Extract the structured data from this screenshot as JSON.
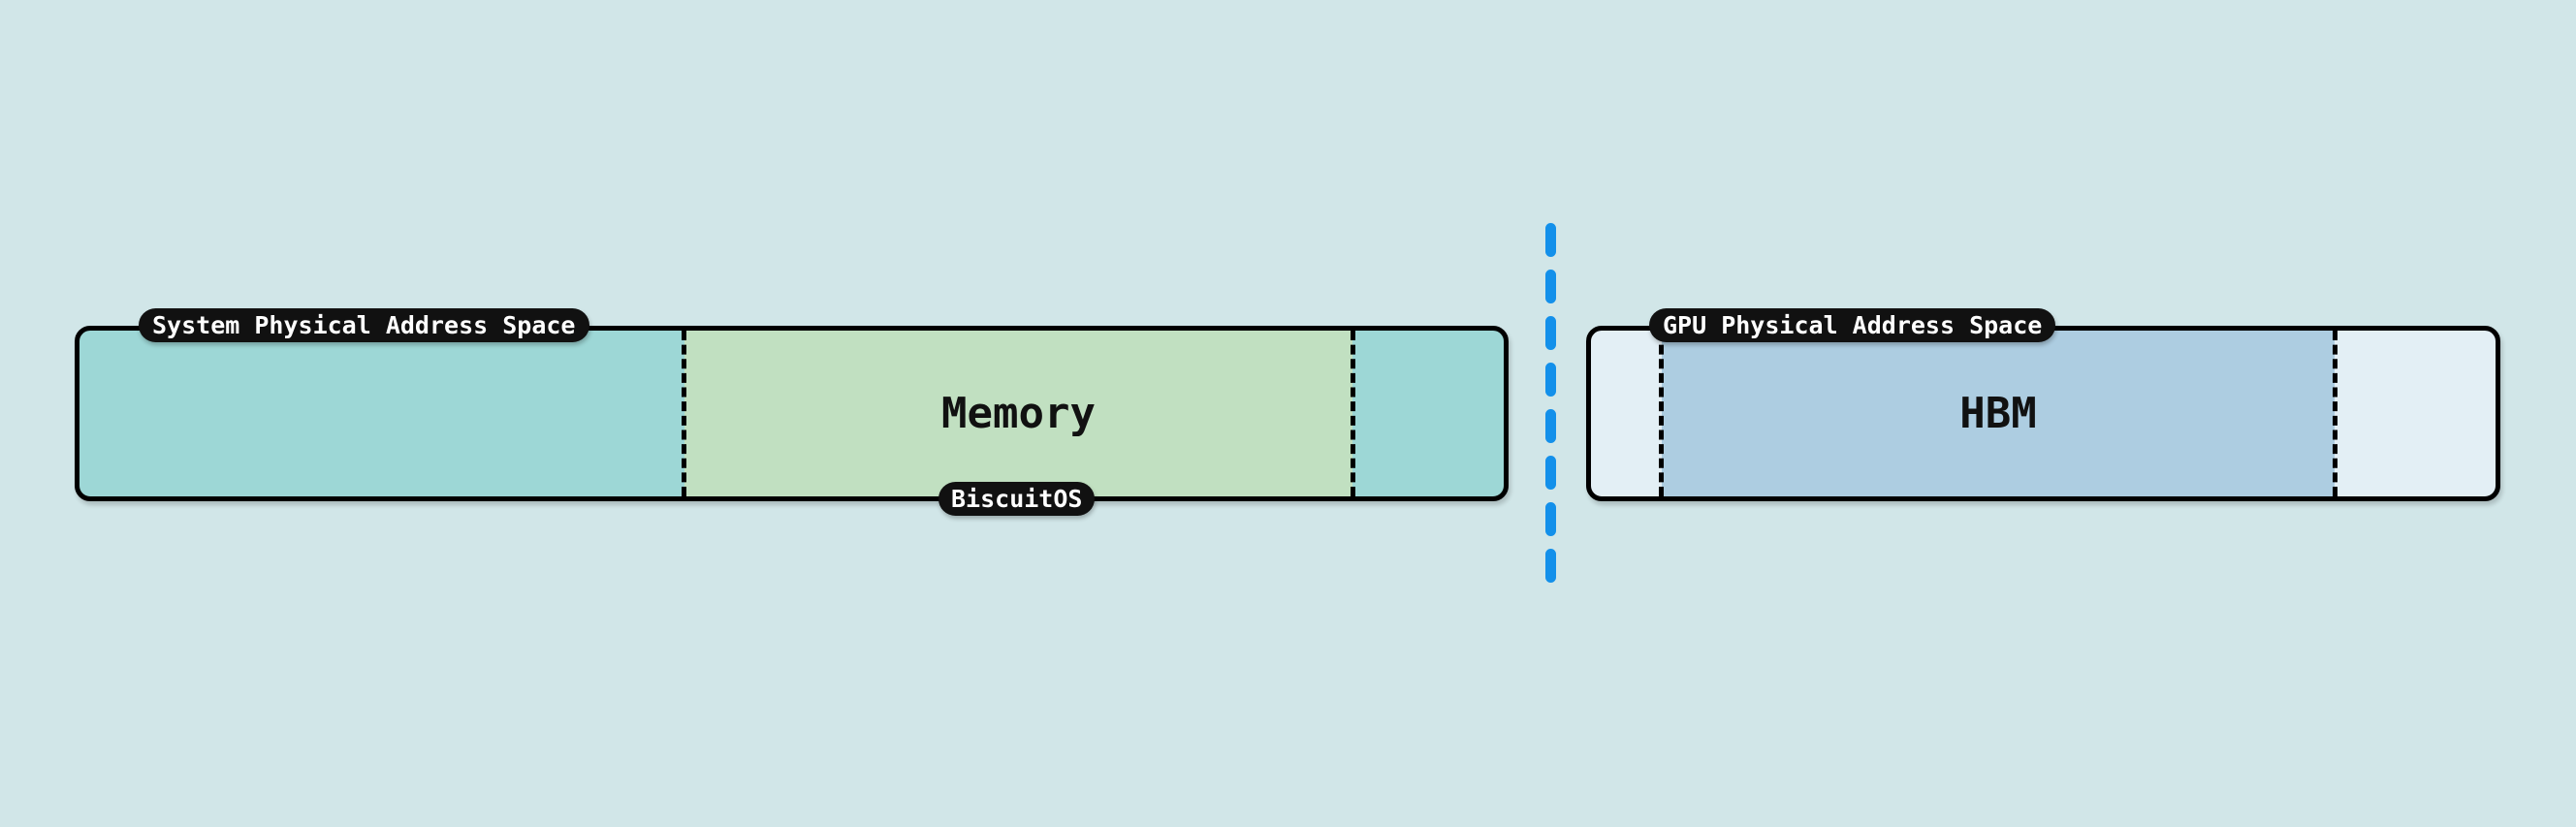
{
  "diagram": {
    "system_space": {
      "title": "System Physical Address Space",
      "region_label": "Memory",
      "footer_label": "BiscuitOS"
    },
    "gpu_space": {
      "title": "GPU Physical Address Space",
      "region_label": "HBM"
    },
    "colors": {
      "background": "#d1e6e8",
      "system_space_fill": "#9dd7d6",
      "memory_fill": "#c1e0c1",
      "gpu_space_fill": "#e3eff5",
      "hbm_fill": "#adcde1",
      "separator": "#1390ea",
      "label_pill": "#111111"
    }
  }
}
